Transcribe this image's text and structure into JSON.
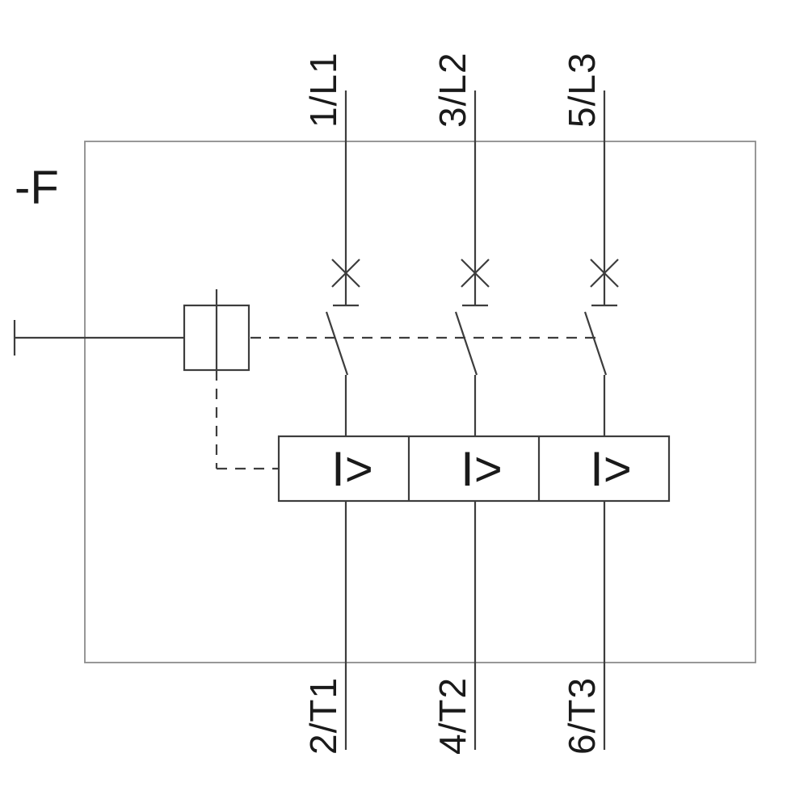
{
  "diagram": {
    "device_tag": "-F",
    "top_terminals": [
      "1/L1",
      "3/L2",
      "5/L3"
    ],
    "bottom_terminals": [
      "2/T1",
      "4/T2",
      "6/T3"
    ],
    "trip_cells": [
      "I>",
      "I>",
      "I>"
    ],
    "colors": {
      "frame": "#8c8c8c",
      "line": "#3d3d3d",
      "text": "#1a1a1a",
      "background": "#ffffff"
    }
  }
}
